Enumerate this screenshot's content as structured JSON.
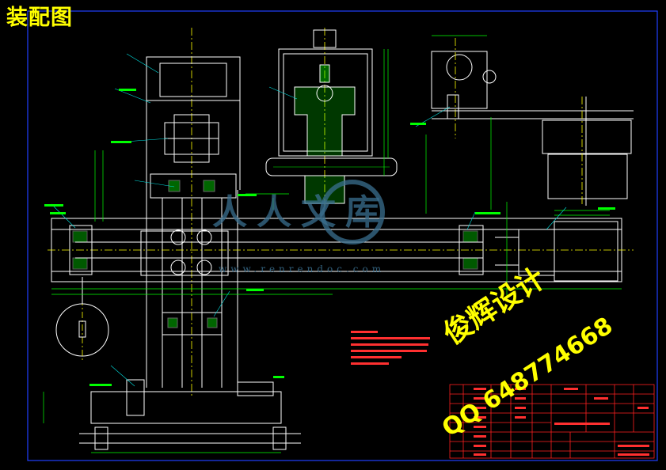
{
  "title": "装配图",
  "watermark": {
    "designer": "俊辉设计",
    "qq": "QQ 648774668",
    "site_name": "人人文库",
    "site_url": "www.renrendoc.com"
  },
  "colors": {
    "background": "#000000",
    "outline": "#ffffff",
    "dimension": "#00ff00",
    "centerline": "#ffff00",
    "frame": "#0000ff",
    "hatch": "#00ff00",
    "title_block": "#ff0000",
    "notes": "#ff3030",
    "leader": "#00ffff",
    "watermark_text": "#ffff00",
    "watermark_logo": "#3a6f8f"
  }
}
